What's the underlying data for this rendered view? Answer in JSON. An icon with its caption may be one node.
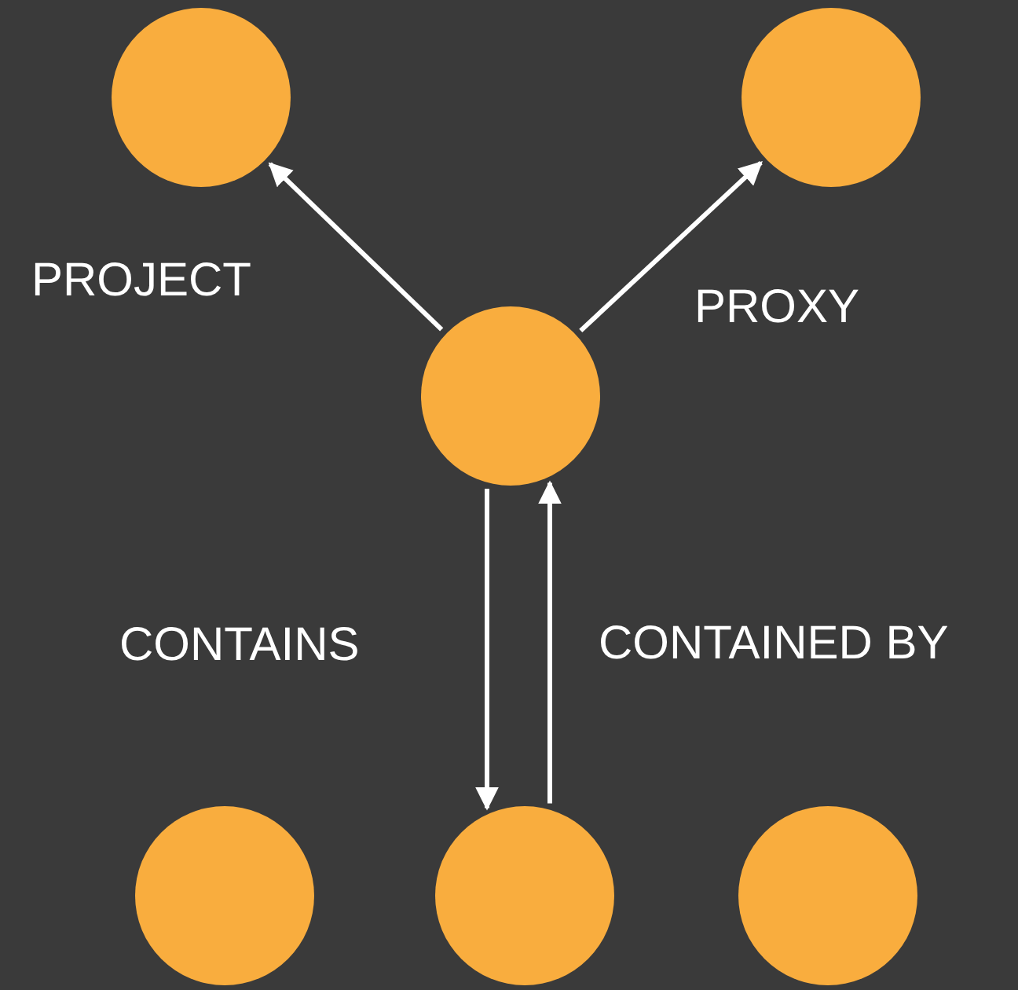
{
  "diagram": {
    "nodes": [
      {
        "text": [],
        "shape": "circle"
      },
      {
        "text": [],
        "shape": "circle"
      },
      {
        "text": [],
        "shape": "circle"
      },
      {
        "text": [],
        "shape": "circle"
      },
      {
        "text": [],
        "shape": "circle"
      },
      {
        "text": [],
        "shape": "circle"
      }
    ],
    "edges": [
      {
        "from": 2,
        "to": 0,
        "arrow": "to",
        "label": "PROJECT"
      },
      {
        "from": 2,
        "to": 1,
        "arrow": "to",
        "label": "PROXY"
      },
      {
        "from": 2,
        "to": 4,
        "arrow": "to",
        "label": "CONTAINS"
      },
      {
        "from": 4,
        "to": 2,
        "arrow": "to",
        "label": "CONTAINED BY"
      }
    ]
  }
}
